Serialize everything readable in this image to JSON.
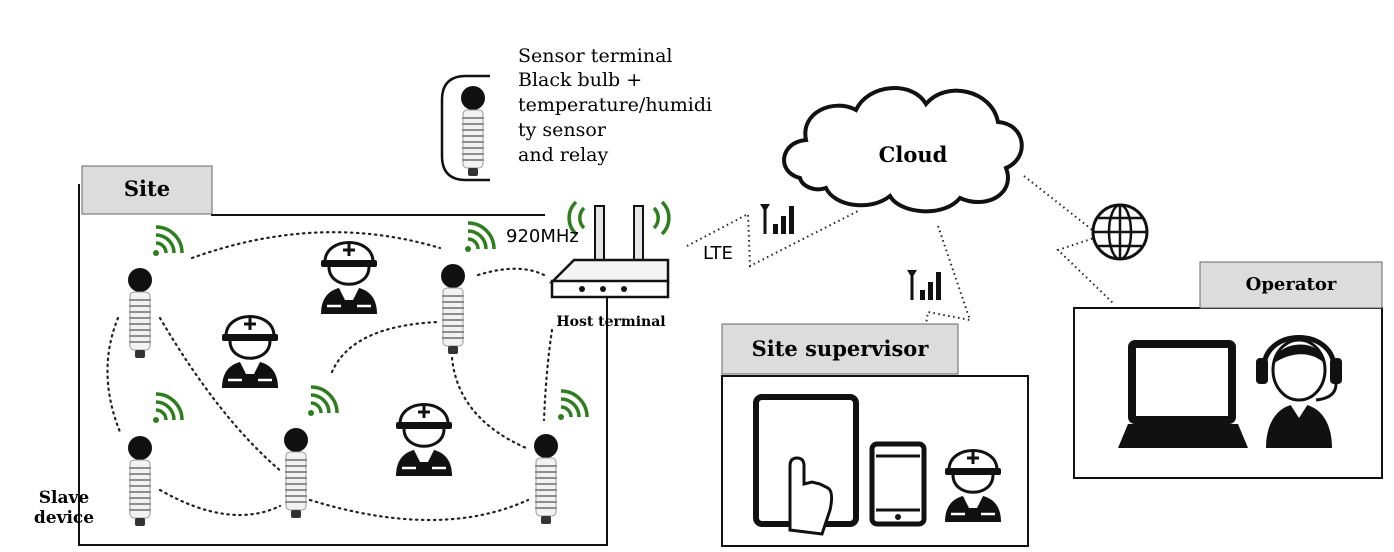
{
  "legend": {
    "lines": [
      "Sensor terminal",
      "Black bulb +",
      "temperature/humidi",
      "ty sensor",
      "and relay"
    ]
  },
  "site": {
    "label": "Site"
  },
  "host": {
    "label": "Host terminal",
    "frequency": "920MHz"
  },
  "link": {
    "lte": "LTE"
  },
  "cloud": {
    "label": "Cloud"
  },
  "slave": {
    "line1": "Slave",
    "line2": "device"
  },
  "supervisor": {
    "label": "Site supervisor"
  },
  "operator": {
    "label": "Operator"
  },
  "colors": {
    "signal": "#2e7d1e",
    "label_box": "#dcdcdc",
    "icon": "#111111"
  }
}
